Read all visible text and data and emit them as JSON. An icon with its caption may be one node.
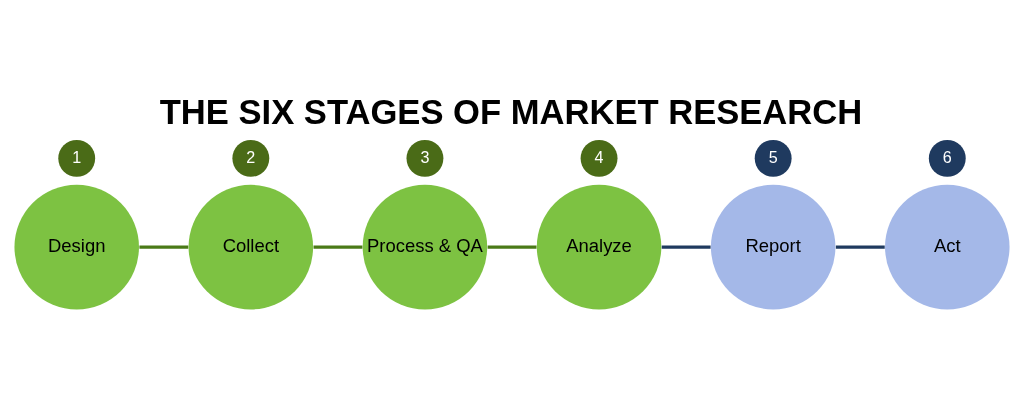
{
  "diagram": {
    "title": "THE SIX STAGES OF MARKET RESEARCH",
    "nodes": [
      {
        "text": [
          "Design"
        ]
      },
      {
        "text": [
          "1"
        ]
      },
      {
        "text": [
          "Collect"
        ]
      },
      {
        "text": [
          "2"
        ]
      },
      {
        "text": [
          "Process & QA"
        ]
      },
      {
        "text": [
          "3"
        ]
      },
      {
        "text": [
          "Analyze"
        ]
      },
      {
        "text": [
          "4"
        ]
      },
      {
        "text": [
          "Report"
        ]
      },
      {
        "text": [
          "5"
        ]
      },
      {
        "text": [
          "Act"
        ]
      },
      {
        "text": [
          "6"
        ]
      }
    ],
    "edges": [
      {
        "from": 0,
        "to": 2,
        "arrow": "none"
      },
      {
        "from": 2,
        "to": 4,
        "arrow": "none"
      },
      {
        "from": 4,
        "to": 6,
        "arrow": "none"
      },
      {
        "from": 6,
        "to": 8,
        "arrow": "none",
        "color": "#1f3a5f"
      },
      {
        "from": 8,
        "to": 10,
        "arrow": "none",
        "color": "#1f3a5f"
      }
    ]
  }
}
